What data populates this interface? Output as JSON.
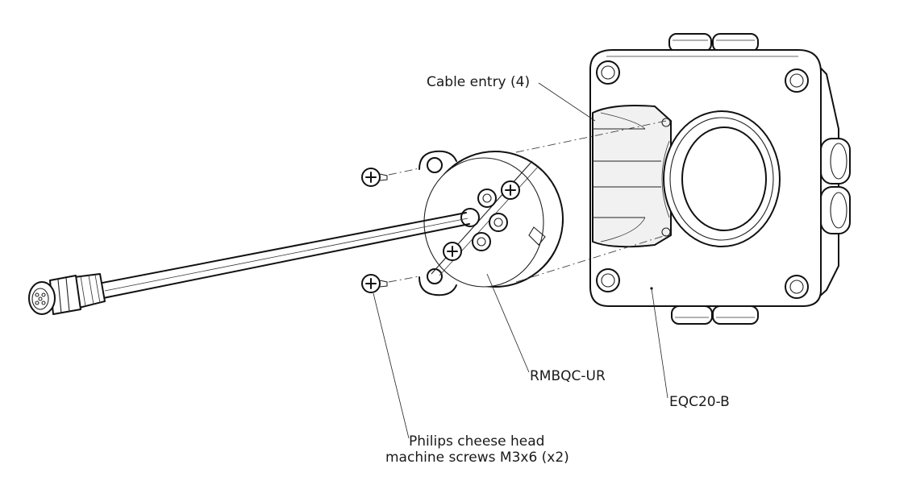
{
  "callouts": {
    "cable_entry": "Cable entry (4)",
    "rmbqc": "RMBQC-UR",
    "eqc20": "EQC20-B",
    "screws_line1": "Philips cheese head",
    "screws_line2": "machine screws M3x6 (x2)"
  }
}
